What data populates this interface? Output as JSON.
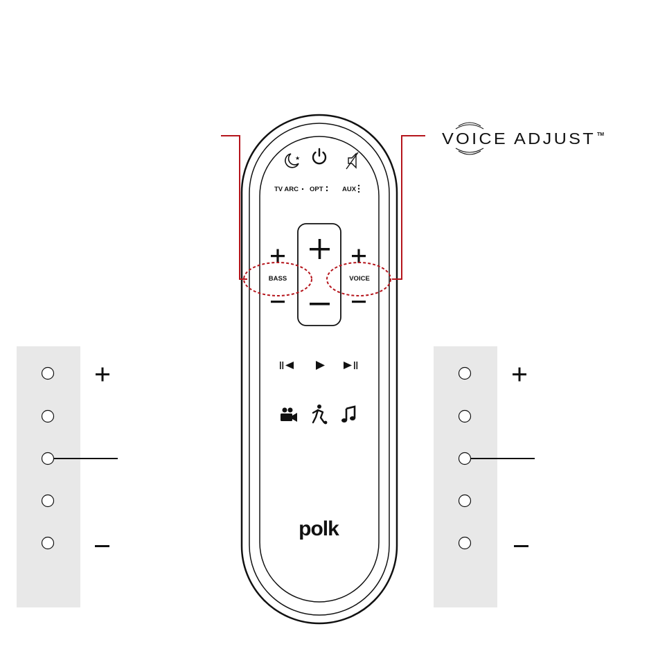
{
  "remote": {
    "input_labels": {
      "tv_arc": "TV ARC",
      "opt": "OPT",
      "aux": "AUX"
    },
    "top_icons": [
      "night-mode-icon",
      "power-icon",
      "mute-icon"
    ],
    "playback_icons": [
      "previous-track-icon",
      "play-icon",
      "next-track-icon"
    ],
    "mode_icons": [
      "movie-mode-icon",
      "sports-mode-icon",
      "music-mode-icon"
    ],
    "bass_label": "BASS",
    "voice_label": "VOICE",
    "brand": "polk"
  },
  "callout": {
    "voice_adjust_logo_text": "VOICE ADJUST",
    "trademark": "TM"
  },
  "indicators": {
    "bass_panel": {
      "levels": 5,
      "current_level_index": 2,
      "plus_label": "+",
      "minus_label": "–"
    },
    "voice_panel": {
      "levels": 5,
      "current_level_index": 2,
      "plus_label": "+",
      "minus_label": "–"
    }
  },
  "colors": {
    "callout_red": "#b5141b",
    "panel_gray": "#e8e8e8",
    "ink": "#111111"
  }
}
